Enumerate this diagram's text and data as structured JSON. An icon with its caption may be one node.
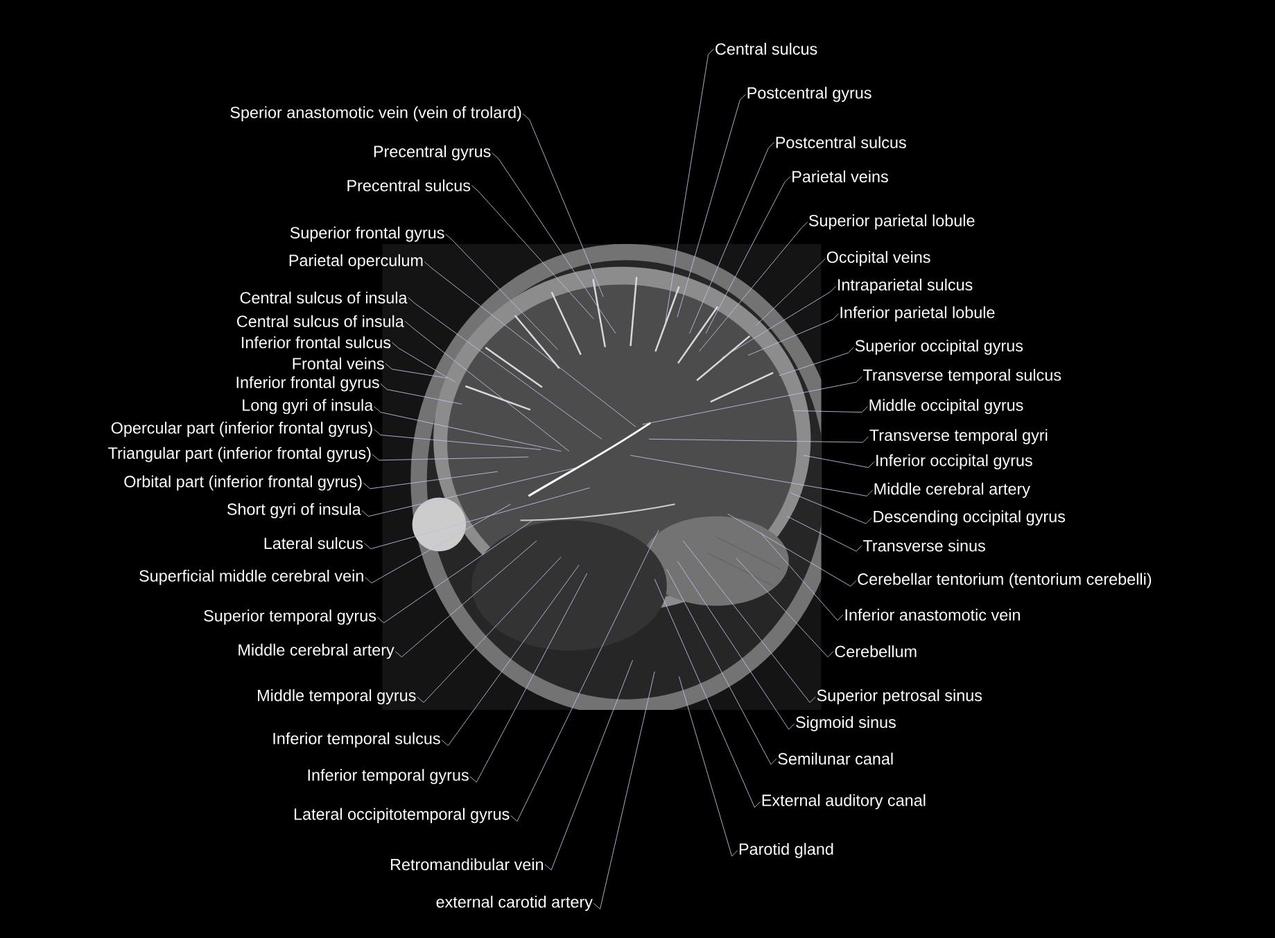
{
  "diagram": {
    "nodes": [
      {
        "text": [
          "Sperior anastomotic vein (vein of trolard)"
        ]
      },
      {
        "text": [
          "Precentral gyrus"
        ]
      },
      {
        "text": [
          "Precentral sulcus"
        ]
      },
      {
        "text": [
          "Superior frontal gyrus"
        ]
      },
      {
        "text": [
          "Parietal operculum"
        ]
      },
      {
        "text": [
          "Central sulcus of insula"
        ]
      },
      {
        "text": [
          "Central sulcus of insula"
        ]
      },
      {
        "text": [
          "Inferior frontal sulcus"
        ]
      },
      {
        "text": [
          "Frontal veins"
        ]
      },
      {
        "text": [
          "Inferior frontal gyrus"
        ]
      },
      {
        "text": [
          "Long gyri of insula"
        ]
      },
      {
        "text": [
          "Opercular part (inferior frontal gyrus)"
        ]
      },
      {
        "text": [
          "Triangular part (inferior frontal gyrus)"
        ]
      },
      {
        "text": [
          "Orbital part (inferior frontal gyrus)"
        ]
      },
      {
        "text": [
          "Short gyri of insula"
        ]
      },
      {
        "text": [
          "Lateral sulcus"
        ]
      },
      {
        "text": [
          "Superficial middle cerebral vein"
        ]
      },
      {
        "text": [
          "Superior temporal gyrus"
        ]
      },
      {
        "text": [
          "Middle cerebral artery"
        ]
      },
      {
        "text": [
          "Middle temporal gyrus"
        ]
      },
      {
        "text": [
          "Inferior temporal sulcus"
        ]
      },
      {
        "text": [
          "Inferior temporal gyrus"
        ]
      },
      {
        "text": [
          "Lateral occipitotemporal gyrus"
        ]
      },
      {
        "text": [
          "Retromandibular vein"
        ]
      },
      {
        "text": [
          "external carotid artery"
        ]
      },
      {
        "text": [
          "Central sulcus"
        ]
      },
      {
        "text": [
          "Postcentral gyrus"
        ]
      },
      {
        "text": [
          "Postcentral sulcus"
        ]
      },
      {
        "text": [
          "Parietal veins"
        ]
      },
      {
        "text": [
          "Superior parietal lobule"
        ]
      },
      {
        "text": [
          "Occipital veins"
        ]
      },
      {
        "text": [
          "Intraparietal sulcus"
        ]
      },
      {
        "text": [
          "Inferior parietal lobule"
        ]
      },
      {
        "text": [
          "Superior occipital gyrus"
        ]
      },
      {
        "text": [
          "Transverse temporal sulcus"
        ]
      },
      {
        "text": [
          "Middle occipital gyrus"
        ]
      },
      {
        "text": [
          "Transverse temporal gyri"
        ]
      },
      {
        "text": [
          "Inferior occipital gyrus"
        ]
      },
      {
        "text": [
          "Middle cerebral artery"
        ]
      },
      {
        "text": [
          "Descending occipital gyrus"
        ]
      },
      {
        "text": [
          "Transverse sinus"
        ]
      },
      {
        "text": [
          "Cerebellar tentorium (tentorium cerebelli)"
        ]
      },
      {
        "text": [
          "Inferior anastomotic vein"
        ]
      },
      {
        "text": [
          "Cerebellum"
        ]
      },
      {
        "text": [
          "Superior petrosal sinus"
        ]
      },
      {
        "text": [
          "Sigmoid sinus"
        ]
      },
      {
        "text": [
          "Semilunar canal"
        ]
      },
      {
        "text": [
          "External auditory canal"
        ]
      },
      {
        "text": [
          "Parotid gland"
        ]
      }
    ],
    "edges": [
      {
        "from": 0,
        "to": null,
        "arrow": "none"
      },
      {
        "from": 1,
        "to": null,
        "arrow": "none"
      },
      {
        "from": 2,
        "to": null,
        "arrow": "none"
      },
      {
        "from": 3,
        "to": null,
        "arrow": "none"
      },
      {
        "from": 4,
        "to": null,
        "arrow": "none"
      },
      {
        "from": 5,
        "to": null,
        "arrow": "none"
      },
      {
        "from": 6,
        "to": null,
        "arrow": "none"
      },
      {
        "from": 7,
        "to": null,
        "arrow": "none"
      },
      {
        "from": 8,
        "to": null,
        "arrow": "none"
      },
      {
        "from": 9,
        "to": null,
        "arrow": "none"
      },
      {
        "from": 10,
        "to": null,
        "arrow": "none"
      },
      {
        "from": 11,
        "to": null,
        "arrow": "none"
      },
      {
        "from": 12,
        "to": null,
        "arrow": "none"
      },
      {
        "from": 13,
        "to": null,
        "arrow": "none"
      },
      {
        "from": 14,
        "to": null,
        "arrow": "none"
      },
      {
        "from": 15,
        "to": null,
        "arrow": "none"
      },
      {
        "from": 16,
        "to": null,
        "arrow": "none"
      },
      {
        "from": 17,
        "to": null,
        "arrow": "none"
      },
      {
        "from": 18,
        "to": null,
        "arrow": "none"
      },
      {
        "from": 19,
        "to": null,
        "arrow": "none"
      },
      {
        "from": 20,
        "to": null,
        "arrow": "none"
      },
      {
        "from": 21,
        "to": null,
        "arrow": "none"
      },
      {
        "from": 22,
        "to": null,
        "arrow": "none"
      },
      {
        "from": 23,
        "to": null,
        "arrow": "none"
      },
      {
        "from": 24,
        "to": null,
        "arrow": "none"
      },
      {
        "from": 25,
        "to": null,
        "arrow": "none"
      },
      {
        "from": 26,
        "to": null,
        "arrow": "none"
      },
      {
        "from": 27,
        "to": null,
        "arrow": "none"
      },
      {
        "from": 28,
        "to": null,
        "arrow": "none"
      },
      {
        "from": 29,
        "to": null,
        "arrow": "none"
      },
      {
        "from": 30,
        "to": null,
        "arrow": "none"
      },
      {
        "from": 31,
        "to": null,
        "arrow": "none"
      },
      {
        "from": 32,
        "to": null,
        "arrow": "none"
      },
      {
        "from": 33,
        "to": null,
        "arrow": "none"
      },
      {
        "from": 34,
        "to": null,
        "arrow": "none"
      },
      {
        "from": 35,
        "to": null,
        "arrow": "none"
      },
      {
        "from": 36,
        "to": null,
        "arrow": "none"
      },
      {
        "from": 37,
        "to": null,
        "arrow": "none"
      },
      {
        "from": 38,
        "to": null,
        "arrow": "none"
      },
      {
        "from": 39,
        "to": null,
        "arrow": "none"
      },
      {
        "from": 40,
        "to": null,
        "arrow": "none"
      },
      {
        "from": 41,
        "to": null,
        "arrow": "none"
      },
      {
        "from": 42,
        "to": null,
        "arrow": "none"
      },
      {
        "from": 43,
        "to": null,
        "arrow": "none"
      },
      {
        "from": 44,
        "to": null,
        "arrow": "none"
      },
      {
        "from": 45,
        "to": null,
        "arrow": "none"
      },
      {
        "from": 46,
        "to": null,
        "arrow": "none"
      },
      {
        "from": 47,
        "to": null,
        "arrow": "none"
      },
      {
        "from": 48,
        "to": null,
        "arrow": "none"
      }
    ]
  }
}
